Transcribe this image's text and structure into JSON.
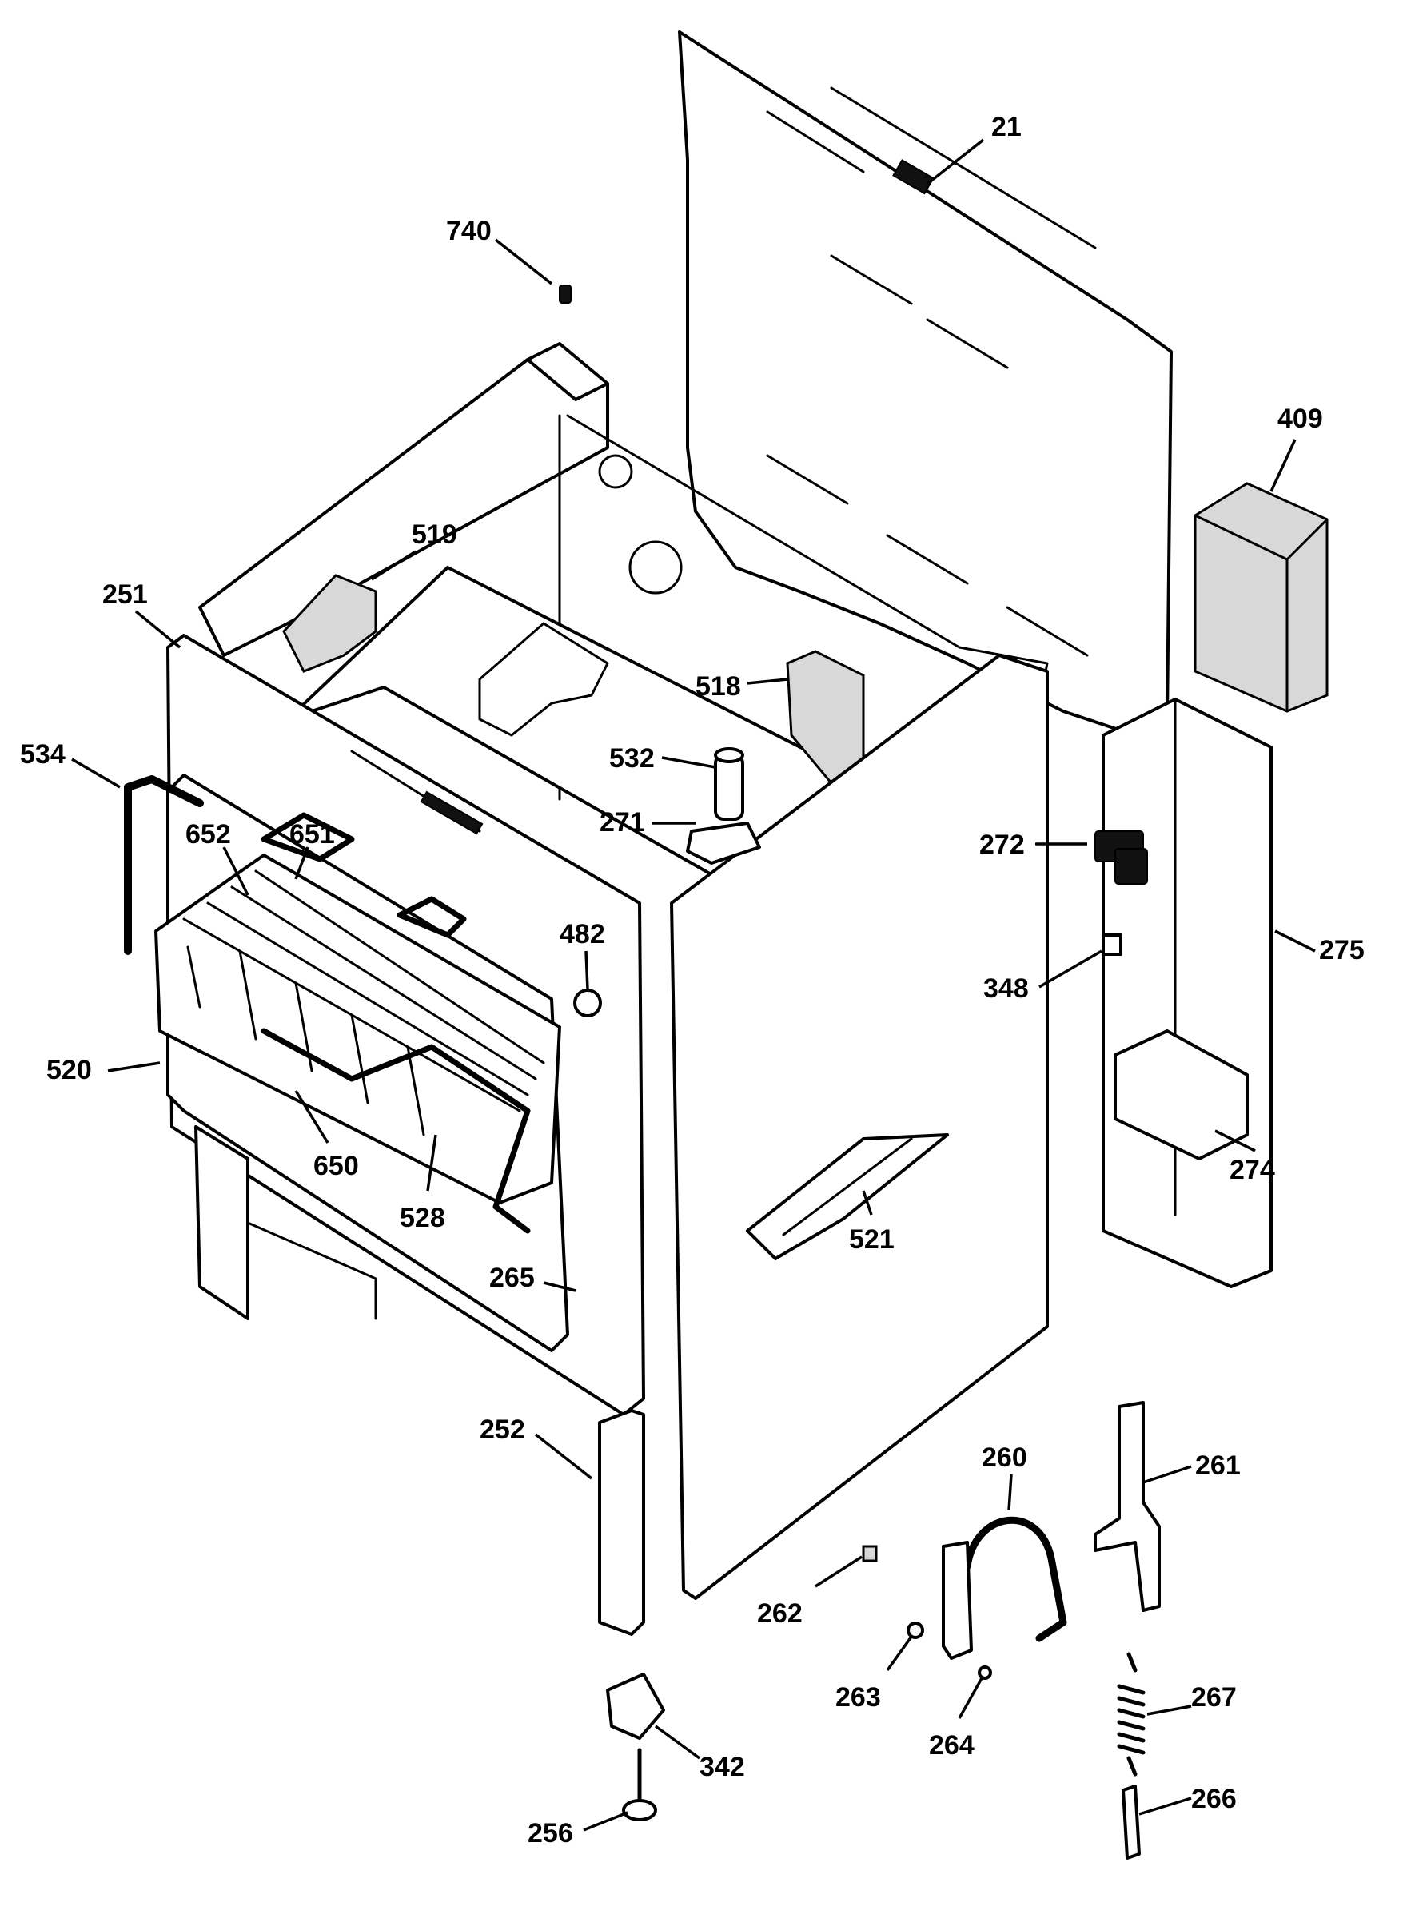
{
  "callouts": [
    {
      "label": "21"
    },
    {
      "label": "740"
    },
    {
      "label": "409"
    },
    {
      "label": "519"
    },
    {
      "label": "251"
    },
    {
      "label": "518"
    },
    {
      "label": "534"
    },
    {
      "label": "532"
    },
    {
      "label": "652"
    },
    {
      "label": "651"
    },
    {
      "label": "271"
    },
    {
      "label": "272"
    },
    {
      "label": "482"
    },
    {
      "label": "348"
    },
    {
      "label": "275"
    },
    {
      "label": "520"
    },
    {
      "label": "650"
    },
    {
      "label": "274"
    },
    {
      "label": "528"
    },
    {
      "label": "521"
    },
    {
      "label": "265"
    },
    {
      "label": "252"
    },
    {
      "label": "260"
    },
    {
      "label": "261"
    },
    {
      "label": "262"
    },
    {
      "label": "263"
    },
    {
      "label": "267"
    },
    {
      "label": "264"
    },
    {
      "label": "342"
    },
    {
      "label": "266"
    },
    {
      "label": "256"
    }
  ],
  "colors": {
    "ink": "#000000",
    "paper": "#ffffff",
    "shading": "#d8d8d8"
  }
}
